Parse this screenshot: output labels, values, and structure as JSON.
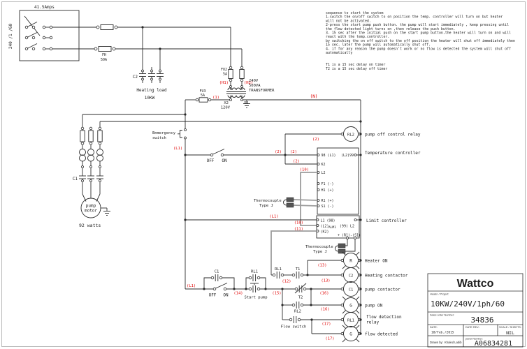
{
  "notes": {
    "lines": [
      "sequence to start the system",
      "1-switch the on/off switch to on position the temp. controller will turn on but heater",
      " will not be activated.",
      "2-press the start pump push button. the pump will start immediately , keep pressing until",
      "the flow detected light turns on ,then release the push button.",
      "3- 15 sec after the initial push on the start pump button,the heater will turn on and will",
      "react with the temp.controller.",
      "by switching the on off switch to the off position the heater will shut off immediately then",
      "15 sec. later the pump will automatically shut off.",
      "4- if for any reason the pump doesn't work or no flow is detected the system will shut off",
      " automatically",
      "T1 is a 15 sec delay on timer",
      "T2 is a 15 sec delay off timer"
    ]
  },
  "wire": {
    "l1": "(L1)",
    "n": "(N)",
    "n1": "(1)",
    "h1": "(H1)",
    "h2": "(H2)",
    "n2": "(2)",
    "n10": "(10)",
    "n11": "(11)",
    "n12": "(12)",
    "n13": "(13)",
    "n14": "(14)",
    "n15": "(15)",
    "n16": "(16)",
    "n17": "(17)"
  },
  "power": {
    "amps": "41.5Amps",
    "supply": "240 /1 /60",
    "fuse_main": "FH",
    "fuse_main_rating": "50A",
    "c2": "C2",
    "heating_load_line1": "Heating load",
    "heating_load_line2": "10KW",
    "fu2": "FU2",
    "fu2_rating": "5A",
    "fu3": "FU3",
    "fu3_rating": "5A",
    "xfmr_line1": "240V",
    "xfmr_line2": "500VA",
    "xfmr_line3": "TRANSFORMER",
    "x2": "X2",
    "x2_voltage": "120V",
    "x1": "X1"
  },
  "motor": {
    "c1": "C1",
    "label_line1": "pump",
    "label_line2": "motor",
    "watts": "92 watts"
  },
  "control": {
    "emergency_line1": "Emmergency",
    "emergency_line2": "switch",
    "off": "OFF",
    "on": "ON",
    "start_pump": "Start pump",
    "rl1": "RL1",
    "t1": "T1",
    "t2": "T2",
    "rl2": "RL2",
    "c1": "C1",
    "flow_switch": "Flow switch",
    "thermo_line1": "Thermocouple",
    "thermo_line2": "Type J"
  },
  "coils": {
    "r": "R",
    "c2": "C2",
    "c1": "C1",
    "g": "G",
    "rl1": "RL1",
    "rl2": "RL2"
  },
  "annotations": {
    "pump_off_relay": "pump off control relay",
    "temp_controller": "Temperature controller",
    "limit_controller": "Limit controller",
    "heater_on": "Heater ON",
    "heating_contactor": "Heating contactor",
    "pump_contactor": "pump contactor",
    "pump_on": "pump ON",
    "flow_detection_line1": "flow detection",
    "flow_detection_line2": "relay",
    "flow_detected": "flow detected"
  },
  "temp_box": {
    "t98": "98 (L1)",
    "t99": "(L2)99",
    "k2": "K2",
    "l2": "L2",
    "f1": "F1 (-)",
    "h1": "H1 (+)",
    "r1": "R1 (+)",
    "s1": "S1 (-)"
  },
  "limit_box": {
    "l1": "L1 (98)",
    "l2": "(L2)",
    "alm1": "ALM1",
    "t99": "(99) L2",
    "k2": "(K2)",
    "rs": "+ (R1)-(S1)"
  },
  "title_block": {
    "brand": "Wattco",
    "project_label": "Heater / Project:",
    "project": "10KW/240V/1ph/60",
    "order_label": "Sales order Number:",
    "order": "34836",
    "date_label": "DATE:",
    "date": "18/Feb./2015",
    "rev_label": "DATE REV.:",
    "scale_label": "SCALE / SHEETS:",
    "scale": "NIL",
    "drawn_label": "Drawn by:",
    "drawn_by": "Khaled Labib",
    "panel_label": "panel Number:",
    "panel": "A06834281"
  }
}
